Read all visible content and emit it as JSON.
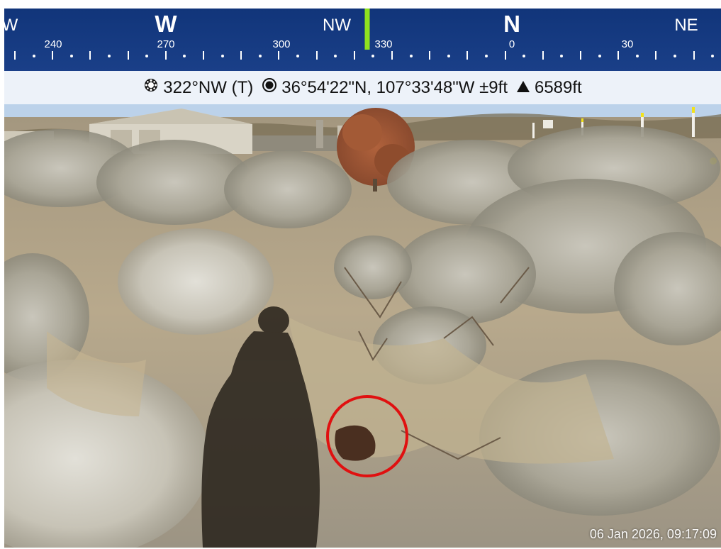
{
  "compass": {
    "cardinals": [
      {
        "label": "W",
        "pos": 0.226
      },
      {
        "label": "N",
        "pos": 0.708
      }
    ],
    "intercardinals": [
      {
        "label": "NW",
        "pos": 0.464
      },
      {
        "label": "NE",
        "pos": 0.952
      },
      {
        "label": "W",
        "pos": 0.0
      }
    ],
    "degrees": [
      {
        "label": "240",
        "pos": 0.068
      },
      {
        "label": "270",
        "pos": 0.226
      },
      {
        "label": "300",
        "pos": 0.387
      },
      {
        "label": "330",
        "pos": 0.529
      },
      {
        "label": "0",
        "pos": 0.708
      },
      {
        "label": "30",
        "pos": 0.869
      }
    ],
    "needle_color": "#8fe21f",
    "bar_color": "#11357a"
  },
  "info": {
    "heading_icon": "compass-rose-icon",
    "heading": "322°NW (T)",
    "location_icon": "target-icon",
    "coordinates": "36°54'22\"N, 107°33'48\"W ±9ft",
    "altitude_icon": "mountain-triangle-icon",
    "altitude": "6589ft"
  },
  "timestamp": "06 Jan 2026, 09:17:09",
  "marker": {
    "shape": "circle",
    "color": "#e01010"
  }
}
